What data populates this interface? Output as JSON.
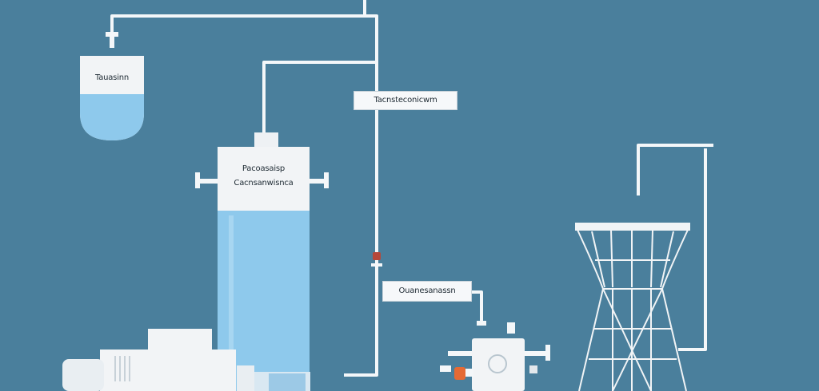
{
  "labels": {
    "feed_tank": "Tauasinn",
    "top_box": "Tacnsteconicwm",
    "column_line1": "Pacoasaisp",
    "column_line2": "Cacnsanwisnca",
    "pump_box": "Ouanesanassn"
  },
  "colors": {
    "background": "#4a7f9c",
    "water": "#8ec9ec",
    "pipe": "#f4f7f9",
    "vessel_white": "#f2f4f6",
    "valve_orange": "#e56a34",
    "valve_red": "#b5483a"
  },
  "icons": {
    "feed_tank": "feed-tank-icon",
    "column": "column-vessel-icon",
    "pump": "pump-icon",
    "tower": "cooling-tower-icon",
    "motor": "motor-block-icon"
  }
}
